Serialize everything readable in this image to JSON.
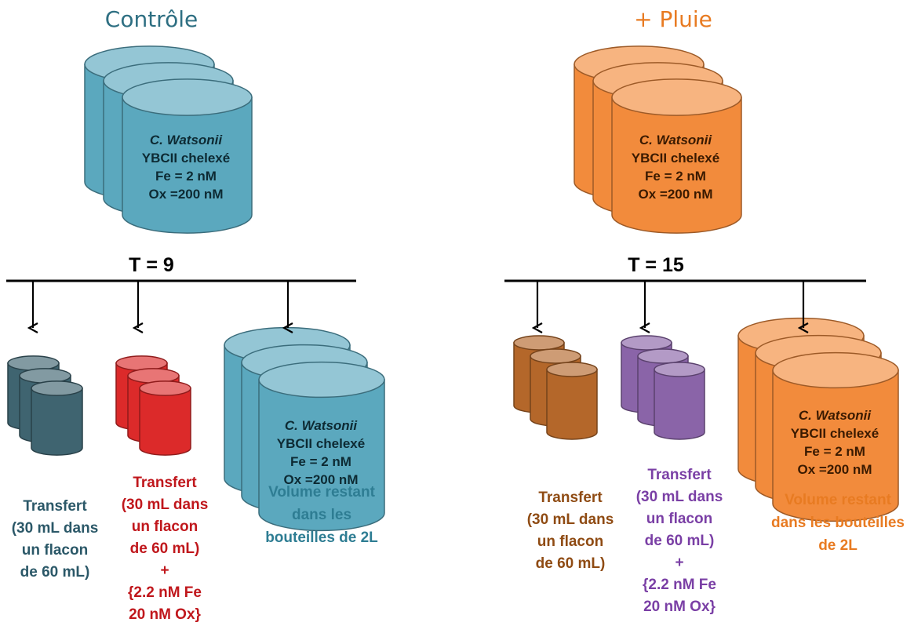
{
  "colors": {
    "teal": "#5ba8be",
    "teal_dark": "#2e6f82",
    "teal_text": "#2e7d93",
    "slate": "#3f6470",
    "slate_text": "#2b5868",
    "red": "#dc2a2a",
    "red_text": "#c0171c",
    "orange": "#f28b3c",
    "orange_text": "#e87b22",
    "brown": "#b4672a",
    "brown_text": "#8f4b13",
    "purple": "#8a64a8",
    "purple_text": "#7a3fa5",
    "line": "#000000"
  },
  "left": {
    "title": "Contrôle",
    "time_label": "T = 9",
    "main_culture": [
      "C. Watsonii",
      "YBCII chelexé",
      "Fe = 2 nM",
      "Ox =200 nM"
    ],
    "remaining_culture": [
      "C. Watsonii",
      "YBCII chelexé",
      "Fe = 2 nM",
      "Ox =200 nM"
    ],
    "caption_transfer": [
      "Transfert",
      "(30 mL dans",
      "un flacon",
      "de 60 mL)"
    ],
    "caption_transfer_fe": [
      "Transfert",
      "(30 mL dans",
      "un flacon",
      "de 60 mL)",
      "+",
      "{2.2 nM Fe",
      "20 nM Ox}"
    ],
    "caption_remaining": [
      "Volume restant",
      "dans les",
      "bouteilles de 2L"
    ]
  },
  "right": {
    "title": "+ Pluie",
    "time_label": "T = 15",
    "main_culture": [
      "C. Watsonii",
      "YBCII chelexé",
      "Fe = 2 nM",
      "Ox =200 nM"
    ],
    "remaining_culture": [
      "C. Watsonii",
      "YBCII chelexé",
      "Fe = 2 nM",
      "Ox =200 nM"
    ],
    "caption_transfer": [
      "Transfert",
      "(30 mL dans",
      "un flacon",
      "de 60 mL)"
    ],
    "caption_transfer_fe": [
      "Transfert",
      "(30 mL dans",
      "un flacon",
      "de 60 mL)",
      "+",
      "{2.2 nM Fe",
      "20 nM Ox}"
    ],
    "caption_remaining": [
      "Volume restant",
      "dans les bouteilles",
      "de 2L"
    ]
  }
}
